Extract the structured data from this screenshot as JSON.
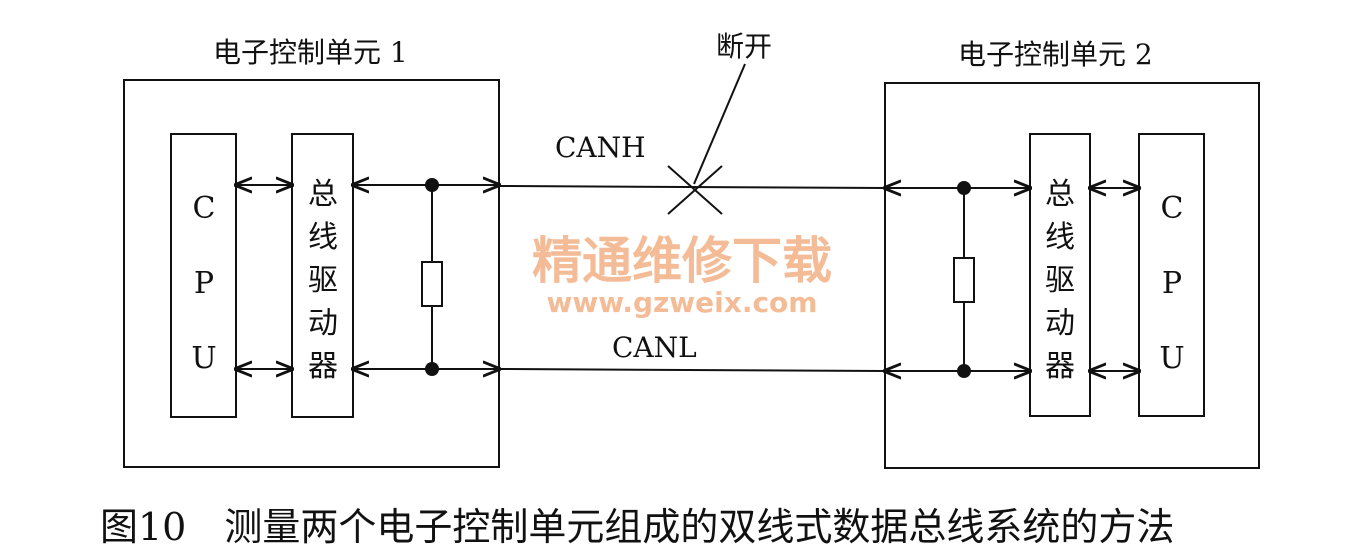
{
  "ecu1": {
    "title": "电子控制单元 1",
    "cpu_label": "CPU",
    "driver_label": "总线驱动器"
  },
  "ecu2": {
    "title": "电子控制单元 2",
    "cpu_label": "CPU",
    "driver_label": "总线驱动器"
  },
  "canh_label": "CANH",
  "canl_label": "CANL",
  "break_label": "断开",
  "watermark": {
    "line1": "精通维修下载",
    "line2": "www.gzweix.com"
  },
  "caption": "图10　测量两个电子控制单元组成的双线式数据总线系统的方法",
  "colors": {
    "line": "#111111",
    "watermark": "#f3b48c",
    "background": "#ffffff"
  }
}
